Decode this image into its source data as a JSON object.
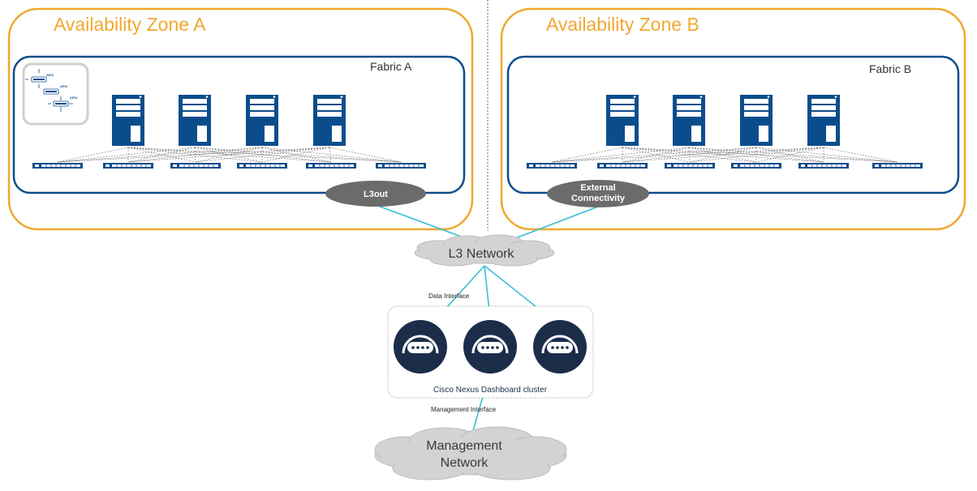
{
  "zones": [
    {
      "title": "Availability Zone A",
      "fabric": "Fabric A",
      "connector": [
        "L3out"
      ]
    },
    {
      "title": "Availability Zone B",
      "fabric": "Fabric B",
      "connector": [
        "External",
        "Connectivity"
      ]
    }
  ],
  "apic_labels": [
    "APIC",
    "APIC",
    "APIC"
  ],
  "l3_network": "L3 Network",
  "data_interface": "Data Interface",
  "cluster_label": "Cisco Nexus Dashboard cluster",
  "management_interface": "Management Interface",
  "management_network": [
    "Management",
    "Network"
  ],
  "colors": {
    "zone_border": "#f0a830",
    "fabric_border": "#0b4d8c",
    "device": "#0b4d8c",
    "node": "#1c2d4a",
    "link": "#3bbcd4",
    "oval": "#6b6b6b",
    "cloud": "#d3d3d3"
  },
  "icons": [
    "spine-switch-icon",
    "leaf-switch-icon",
    "apic-cluster-icon",
    "nexus-dashboard-node-icon",
    "cloud-icon"
  ]
}
